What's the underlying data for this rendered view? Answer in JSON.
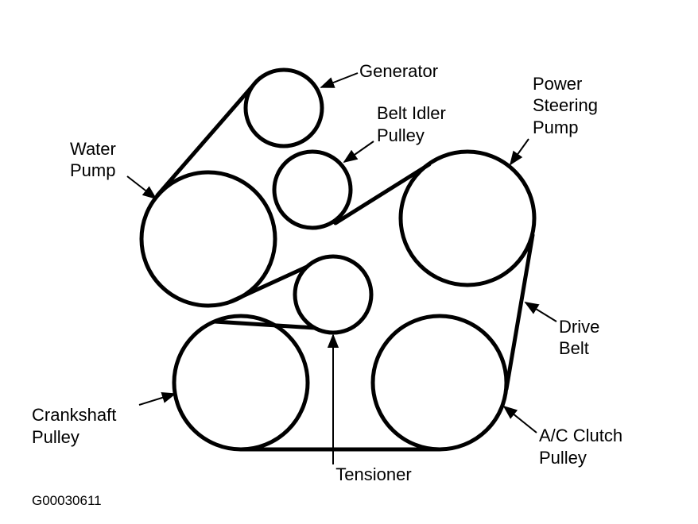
{
  "diagram": {
    "labels": {
      "generator": "Generator",
      "belt_idler_1": "Belt Idler",
      "belt_idler_2": "Pulley",
      "power_steering_1": "Power",
      "power_steering_2": "Steering",
      "power_steering_3": "Pump",
      "water_pump_1": "Water",
      "water_pump_2": "Pump",
      "drive_belt_1": "Drive",
      "drive_belt_2": "Belt",
      "crankshaft_1": "Crankshaft",
      "crankshaft_2": "Pulley",
      "ac_clutch_1": "A/C Clutch",
      "ac_clutch_2": "Pulley",
      "tensioner": "Tensioner"
    },
    "figure_id": "G00030611"
  },
  "colors": {
    "line": "#000000",
    "background": "#ffffff"
  }
}
